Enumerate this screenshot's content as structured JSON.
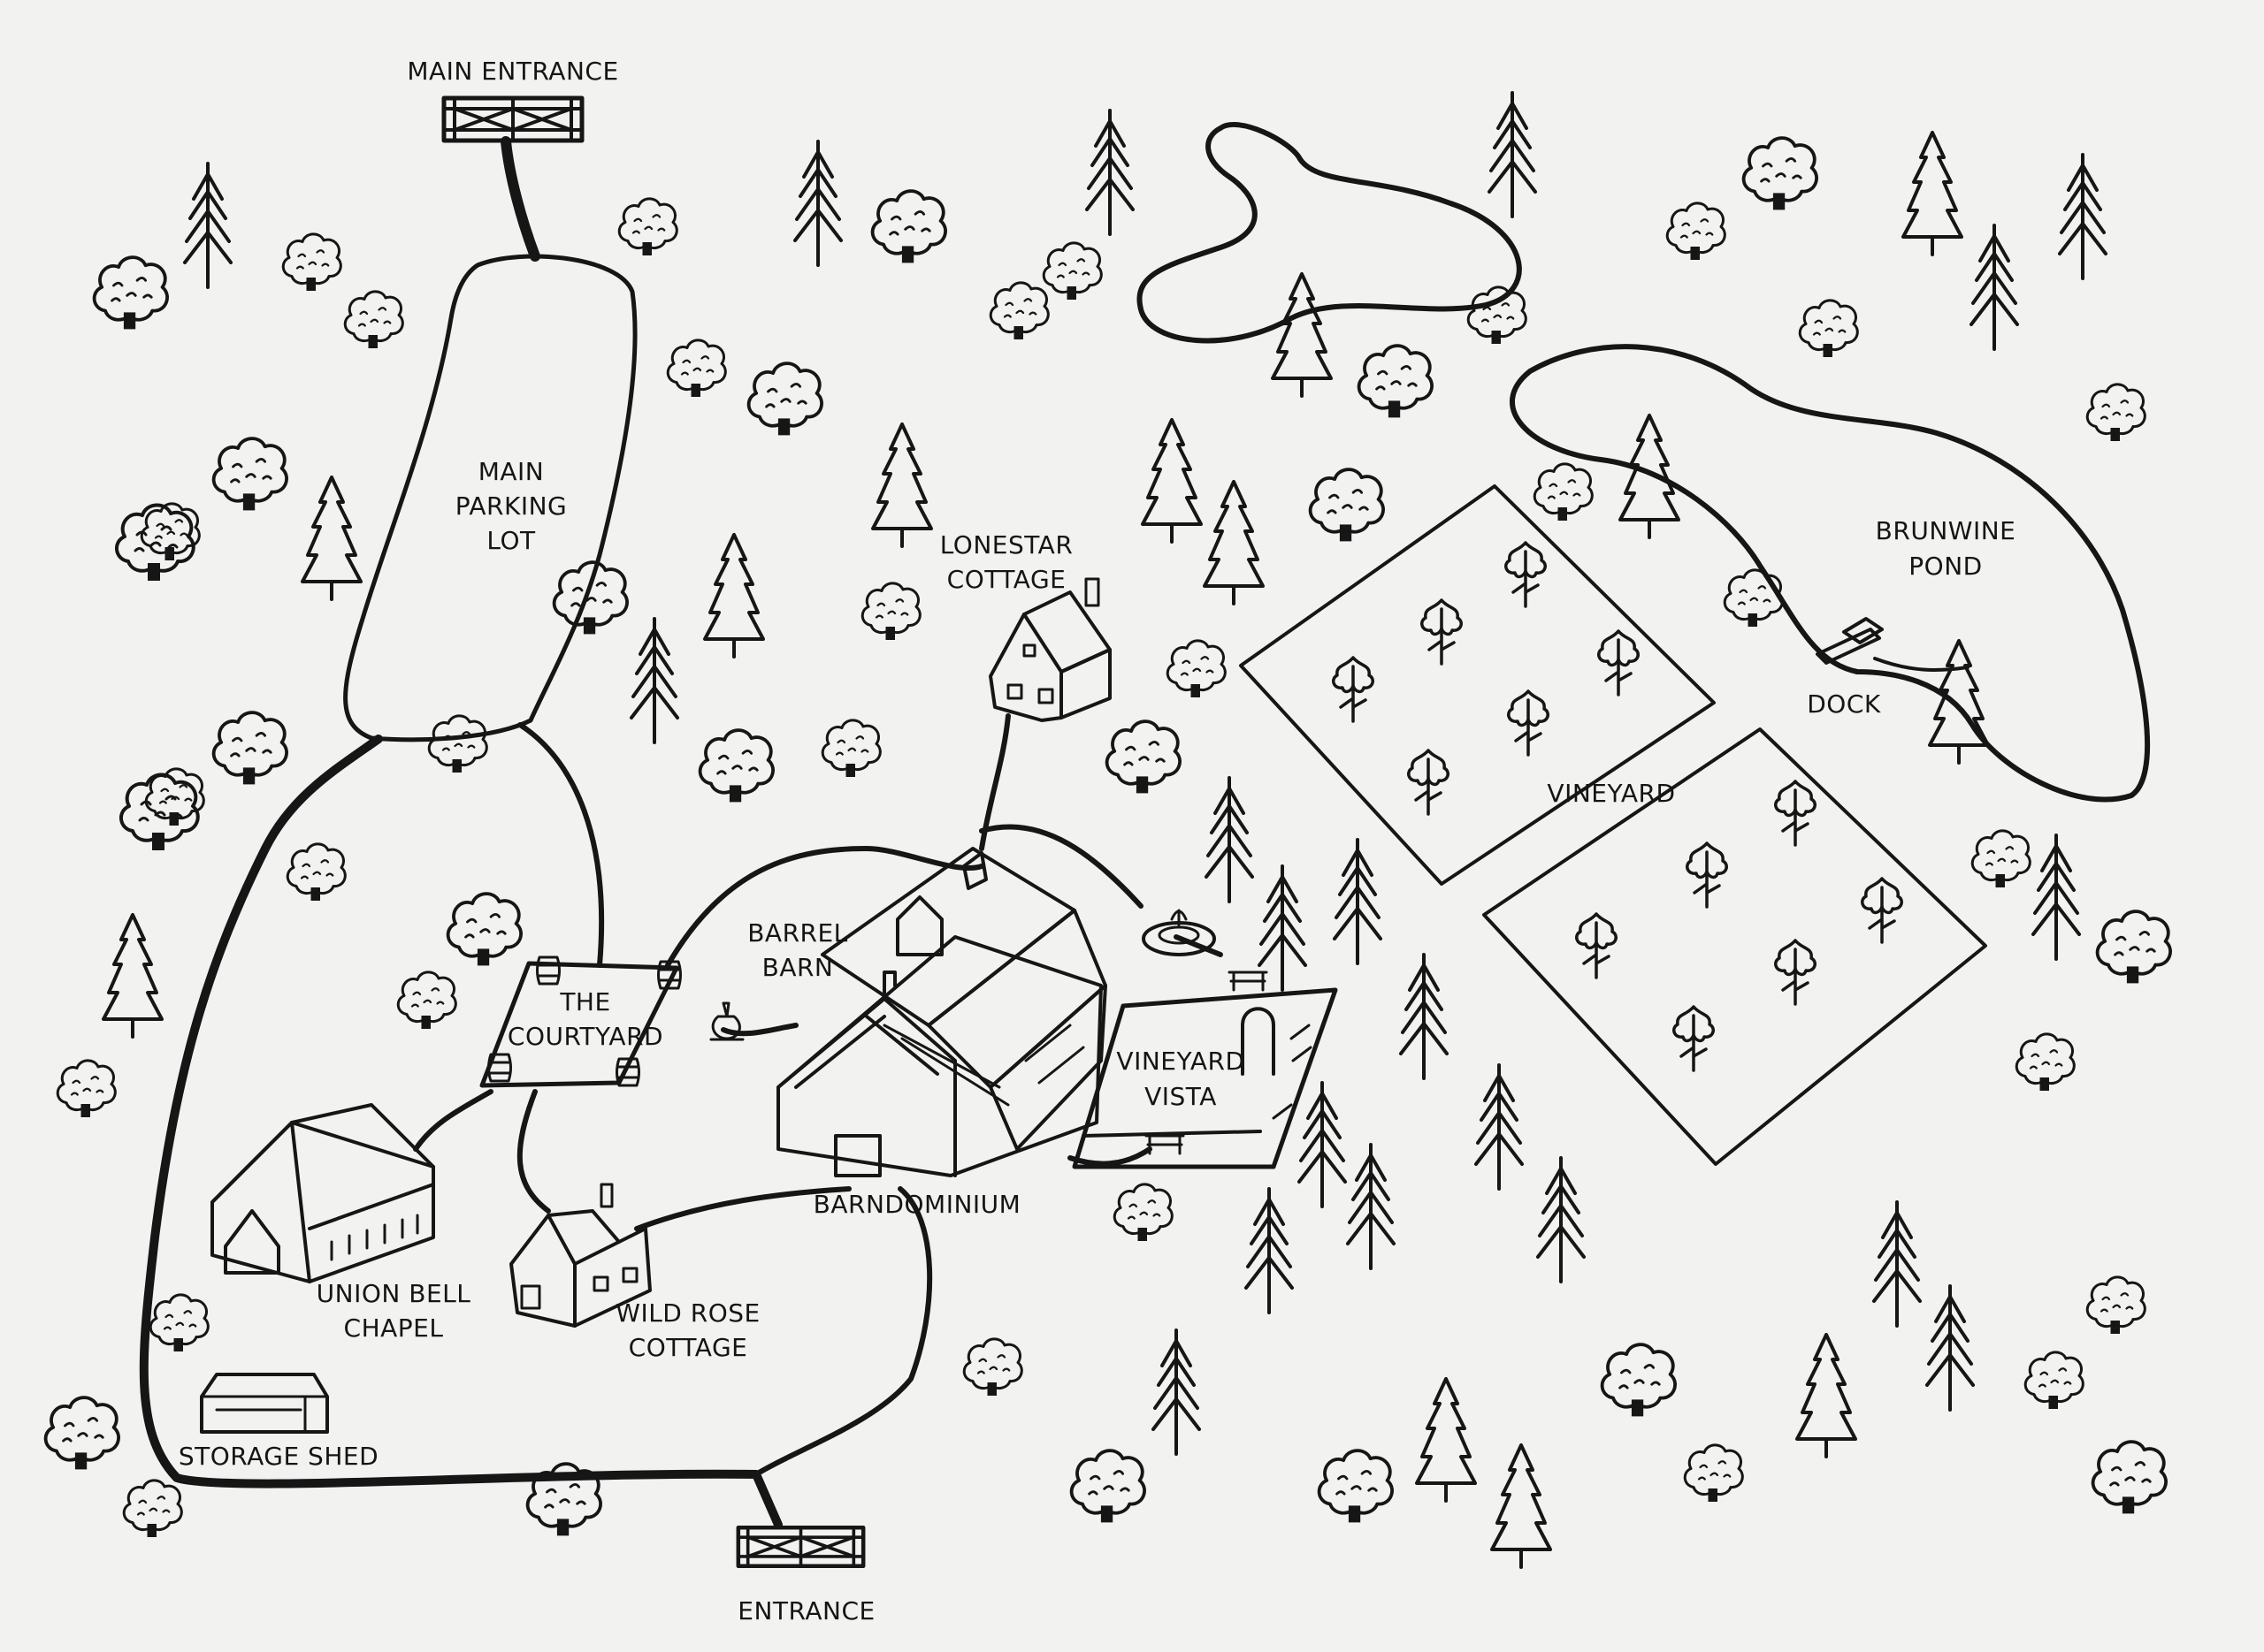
{
  "map": {
    "labels": {
      "main_entrance": "MAIN ENTRANCE",
      "main_parking_lot": [
        "MAIN",
        "PARKING",
        "LOT"
      ],
      "lonestar_cottage": [
        "LONESTAR",
        "COTTAGE"
      ],
      "barrel_barn": [
        "BARREL",
        "BARN"
      ],
      "the_courtyard": [
        "THE",
        "COURTYARD"
      ],
      "vineyard_vista": [
        "VINEYARD",
        "VISTA"
      ],
      "barndominium": "BARNDOMINIUM",
      "union_bell_chapel": [
        "UNION BELL",
        "CHAPEL"
      ],
      "wild_rose_cottage": [
        "WILD ROSE",
        "COTTAGE"
      ],
      "storage_shed": "STORAGE SHED",
      "entrance": "ENTRANCE",
      "vineyard": "VINEYARD",
      "brunwine_pond": [
        "BRUNWINE",
        "POND"
      ],
      "dock": "DOCK"
    },
    "colors": {
      "ink": "#161616",
      "paper": "#f2f2f0"
    },
    "icons": [
      "gate-icon",
      "pine-tree-icon",
      "deciduous-tree-icon",
      "grape-vine-icon",
      "barrel-icon",
      "fountain-icon",
      "bench-icon",
      "arch-icon",
      "dock-icon"
    ]
  }
}
